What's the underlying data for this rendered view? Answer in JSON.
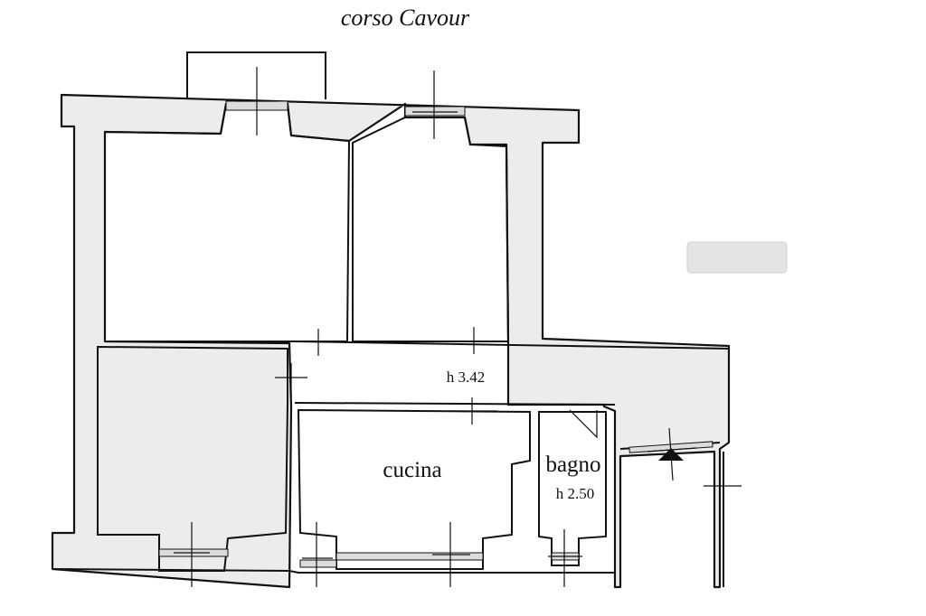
{
  "street_label": "corso Cavour",
  "rooms": {
    "corridor_height": "h 3.42",
    "kitchen_label": "cucina",
    "bathroom_label": "bagno",
    "bathroom_height": "h 2.50"
  },
  "redacted_label": "",
  "colors": {
    "wall_fill": "#ececec",
    "line": "#111111",
    "redaction": "#e4e4e4"
  }
}
